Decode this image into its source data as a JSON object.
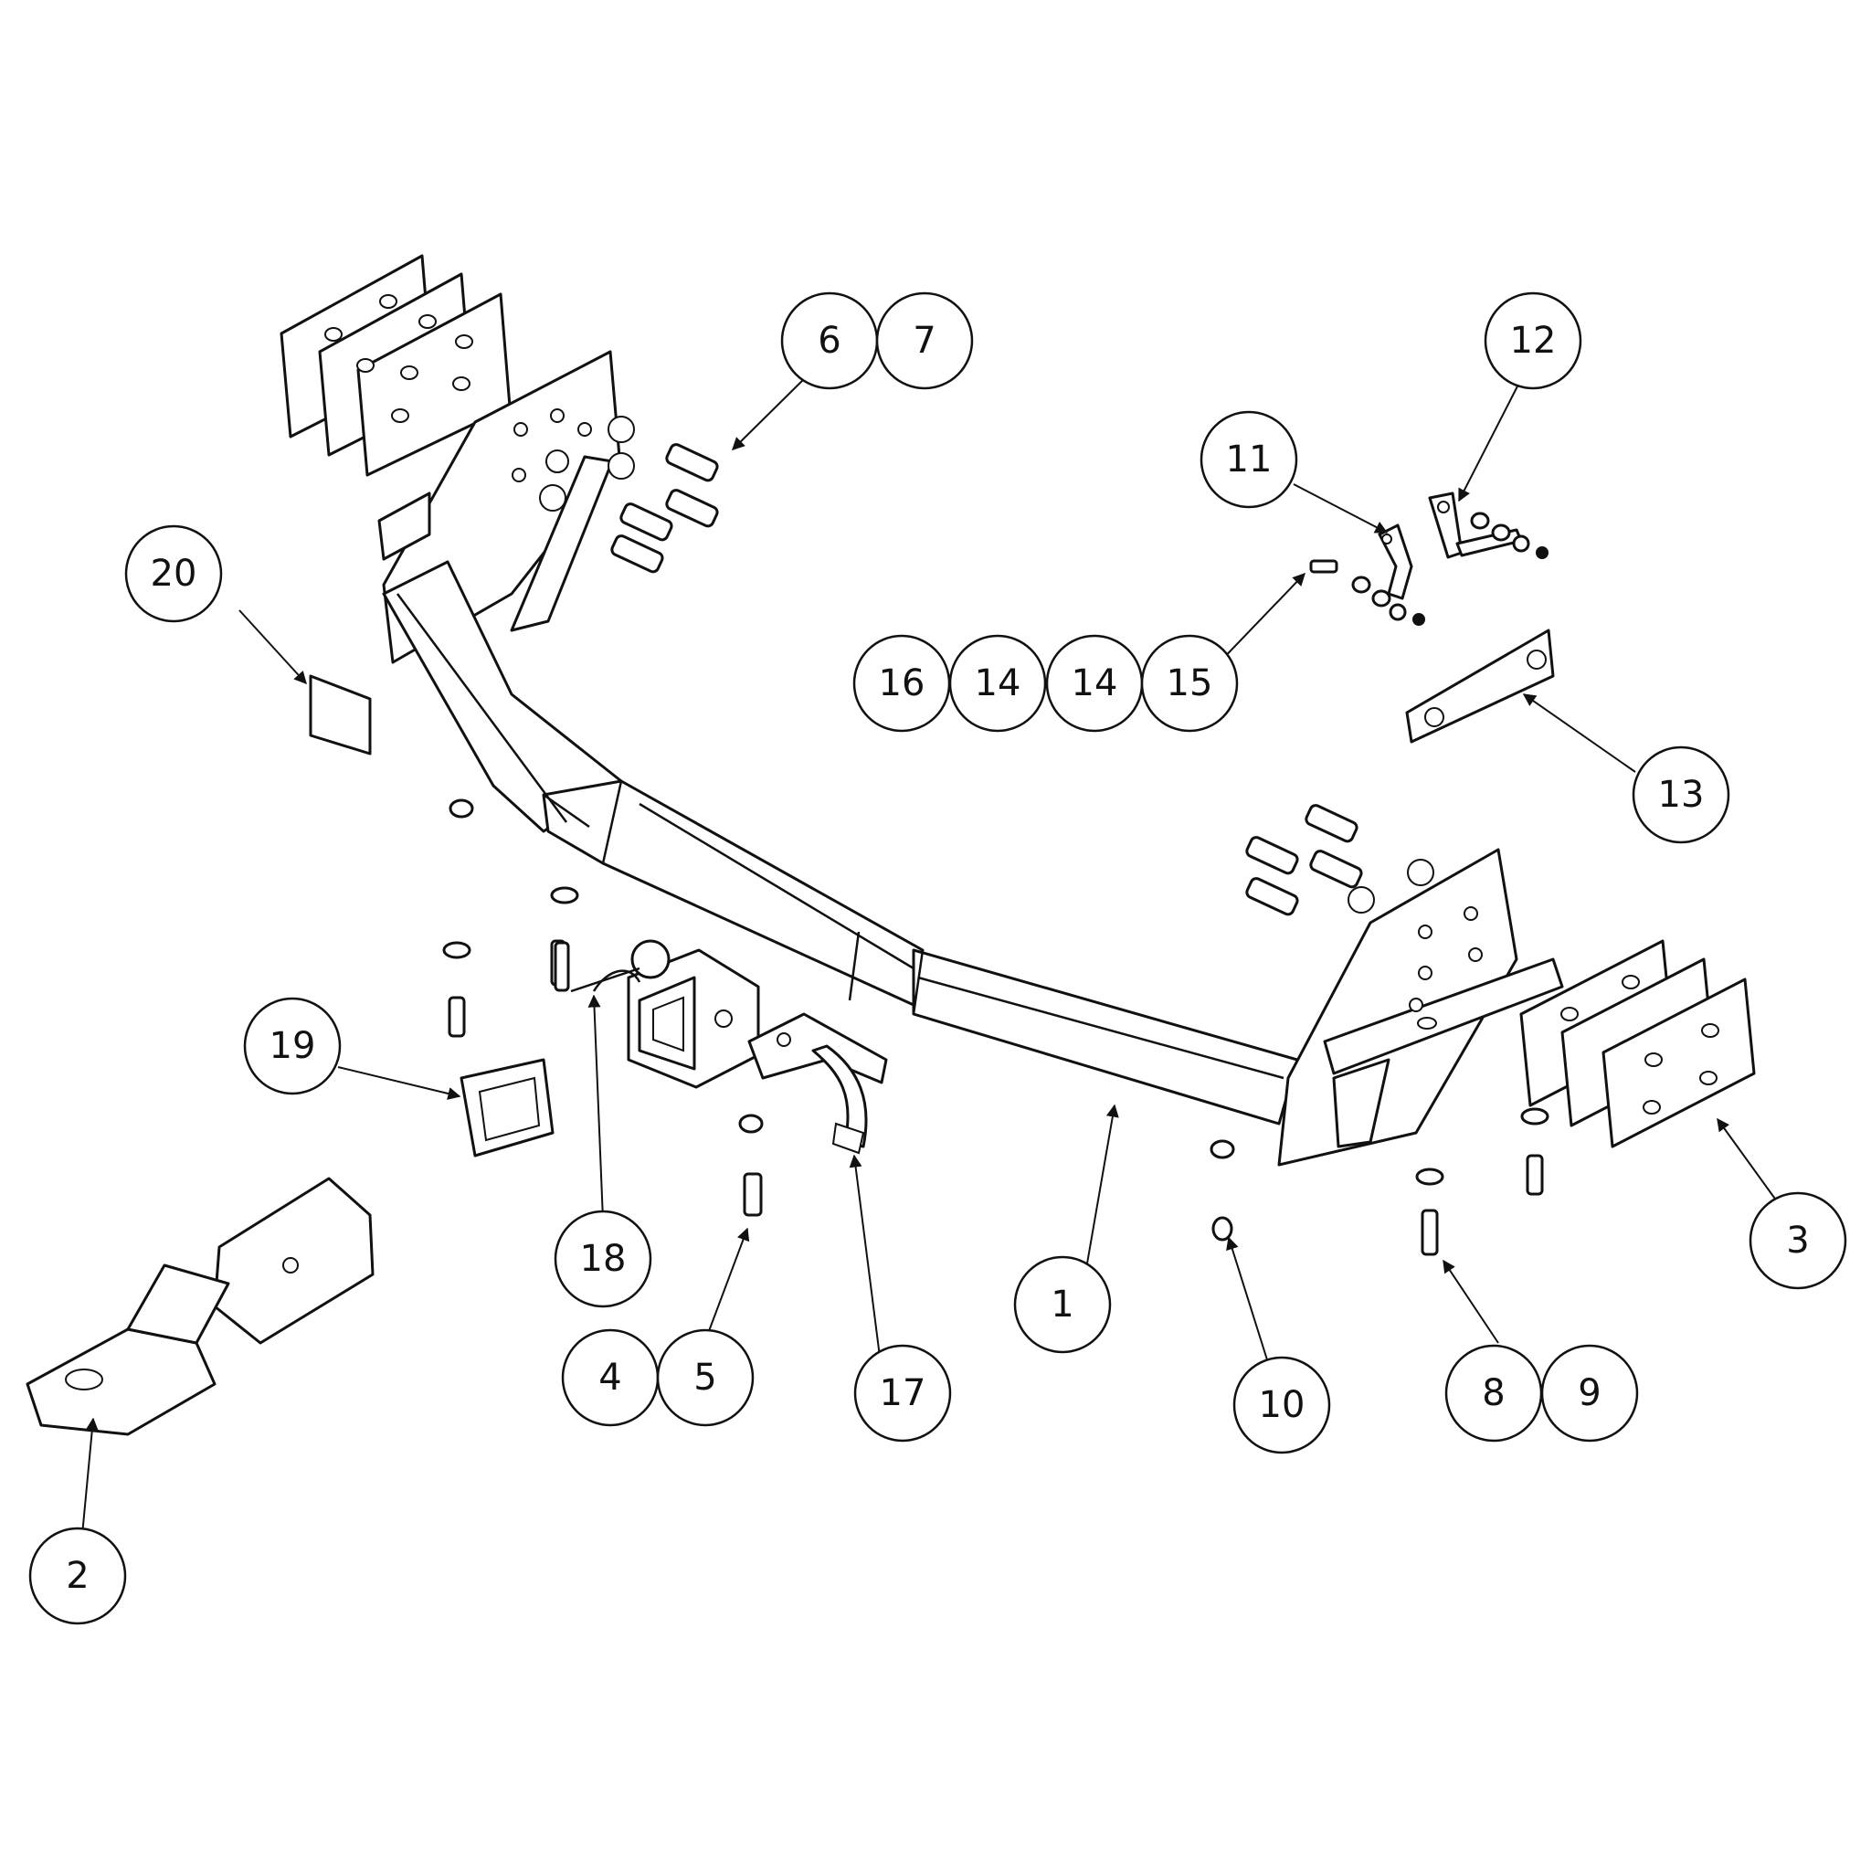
{
  "callouts": [
    {
      "id": "c1",
      "label": "1"
    },
    {
      "id": "c2",
      "label": "2"
    },
    {
      "id": "c3",
      "label": "3"
    },
    {
      "id": "c4",
      "label": "4"
    },
    {
      "id": "c5",
      "label": "5"
    },
    {
      "id": "c6",
      "label": "6"
    },
    {
      "id": "c7",
      "label": "7"
    },
    {
      "id": "c8",
      "label": "8"
    },
    {
      "id": "c9",
      "label": "9"
    },
    {
      "id": "c10",
      "label": "10"
    },
    {
      "id": "c11",
      "label": "11"
    },
    {
      "id": "c12",
      "label": "12"
    },
    {
      "id": "c13",
      "label": "13"
    },
    {
      "id": "c14a",
      "label": "14"
    },
    {
      "id": "c14b",
      "label": "14"
    },
    {
      "id": "c15",
      "label": "15"
    },
    {
      "id": "c16",
      "label": "16"
    },
    {
      "id": "c17",
      "label": "17"
    },
    {
      "id": "c18",
      "label": "18"
    },
    {
      "id": "c19",
      "label": "19"
    },
    {
      "id": "c20",
      "label": "20"
    }
  ]
}
